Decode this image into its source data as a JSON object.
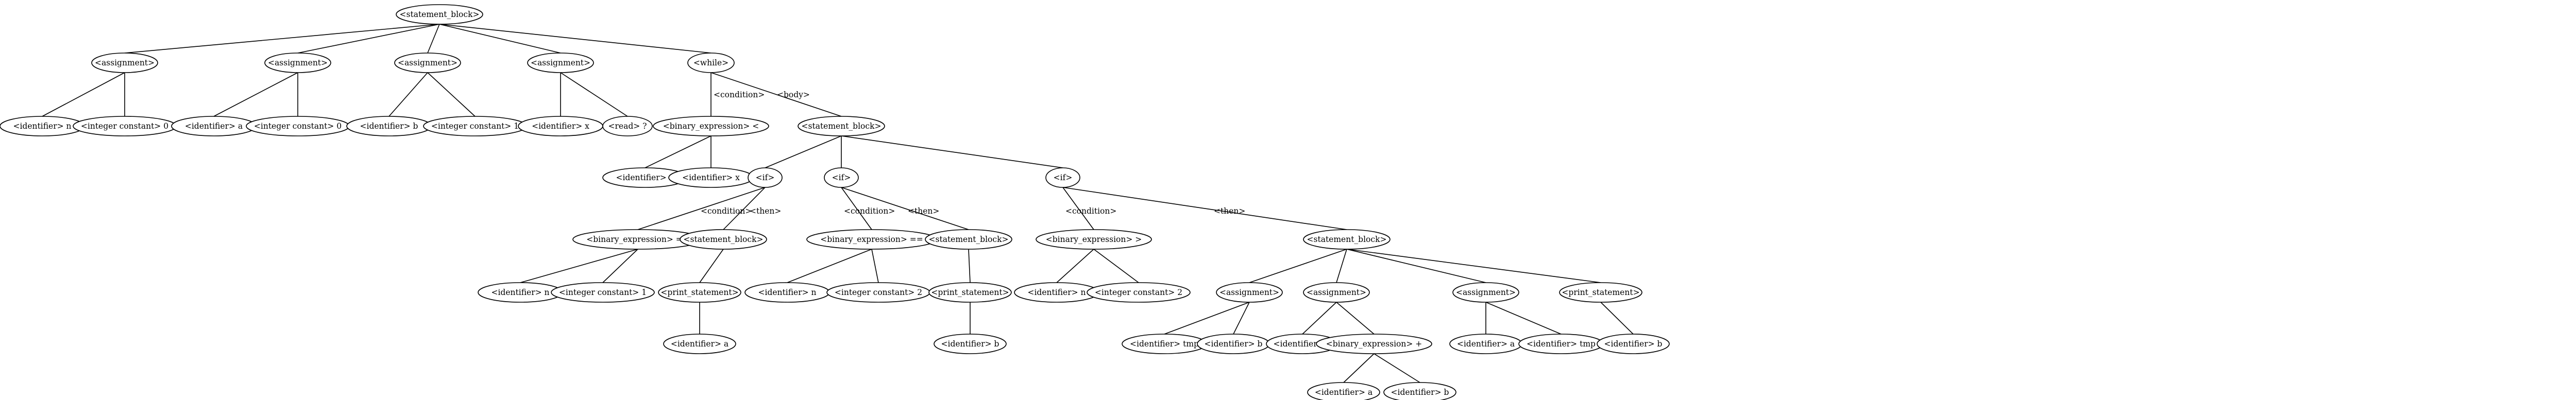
{
  "diagram": {
    "nodes": [
      {
        "id": "n0",
        "label": "<statement_block>"
      },
      {
        "id": "n1",
        "label": "<assignment>"
      },
      {
        "id": "n2",
        "label": "<assignment>"
      },
      {
        "id": "n3",
        "label": "<assignment>"
      },
      {
        "id": "n4",
        "label": "<assignment>"
      },
      {
        "id": "n5",
        "label": "<while>"
      },
      {
        "id": "n6",
        "label": "<identifier> n"
      },
      {
        "id": "n7",
        "label": "<integer constant> 0"
      },
      {
        "id": "n8",
        "label": "<identifier> a"
      },
      {
        "id": "n9",
        "label": "<integer constant> 0"
      },
      {
        "id": "n10",
        "label": "<identifier> b"
      },
      {
        "id": "n11",
        "label": "<integer constant> 1"
      },
      {
        "id": "n12",
        "label": "<identifier> x"
      },
      {
        "id": "n13",
        "label": "<read> ?"
      },
      {
        "id": "n14",
        "label": "<binary_expression> <"
      },
      {
        "id": "n15",
        "label": "<statement_block>"
      },
      {
        "id": "n16",
        "label": "<identifier> n"
      },
      {
        "id": "n17",
        "label": "<identifier> x"
      },
      {
        "id": "n18",
        "label": "<if>"
      },
      {
        "id": "n19",
        "label": "<if>"
      },
      {
        "id": "n20",
        "label": "<if>"
      },
      {
        "id": "n21",
        "label": "<binary_expression> =="
      },
      {
        "id": "n22",
        "label": "<statement_block>"
      },
      {
        "id": "n23",
        "label": "<binary_expression> =="
      },
      {
        "id": "n24",
        "label": "<statement_block>"
      },
      {
        "id": "n25",
        "label": "<binary_expression> >"
      },
      {
        "id": "n26",
        "label": "<statement_block>"
      },
      {
        "id": "n27",
        "label": "<identifier> n"
      },
      {
        "id": "n28",
        "label": "<integer constant> 1"
      },
      {
        "id": "n29",
        "label": "<print_statement>"
      },
      {
        "id": "n30",
        "label": "<identifier> n"
      },
      {
        "id": "n31",
        "label": "<integer constant> 2"
      },
      {
        "id": "n32",
        "label": "<print_statement>"
      },
      {
        "id": "n33",
        "label": "<identifier> n"
      },
      {
        "id": "n34",
        "label": "<integer constant> 2"
      },
      {
        "id": "n35",
        "label": "<assignment>"
      },
      {
        "id": "n36",
        "label": "<assignment>"
      },
      {
        "id": "n37",
        "label": "<assignment>"
      },
      {
        "id": "n38",
        "label": "<print_statement>"
      },
      {
        "id": "n39",
        "label": "<identifier> a"
      },
      {
        "id": "n40",
        "label": "<identifier> b"
      },
      {
        "id": "n41",
        "label": "<identifier> tmp"
      },
      {
        "id": "n42",
        "label": "<identifier> b"
      },
      {
        "id": "n43",
        "label": "<identifier> b"
      },
      {
        "id": "n44",
        "label": "<binary_expression> +"
      },
      {
        "id": "n45",
        "label": "<identifier> a"
      },
      {
        "id": "n46",
        "label": "<identifier> tmp"
      },
      {
        "id": "n47",
        "label": "<identifier> b"
      },
      {
        "id": "n48",
        "label": "<identifier> a"
      },
      {
        "id": "n49",
        "label": "<identifier> b"
      }
    ],
    "edges": [
      {
        "from": "n0",
        "to": "n1",
        "label": ""
      },
      {
        "from": "n0",
        "to": "n2",
        "label": ""
      },
      {
        "from": "n0",
        "to": "n3",
        "label": ""
      },
      {
        "from": "n0",
        "to": "n4",
        "label": ""
      },
      {
        "from": "n0",
        "to": "n5",
        "label": ""
      },
      {
        "from": "n1",
        "to": "n6",
        "label": ""
      },
      {
        "from": "n1",
        "to": "n7",
        "label": ""
      },
      {
        "from": "n2",
        "to": "n8",
        "label": ""
      },
      {
        "from": "n2",
        "to": "n9",
        "label": ""
      },
      {
        "from": "n3",
        "to": "n10",
        "label": ""
      },
      {
        "from": "n3",
        "to": "n11",
        "label": ""
      },
      {
        "from": "n4",
        "to": "n12",
        "label": ""
      },
      {
        "from": "n4",
        "to": "n13",
        "label": ""
      },
      {
        "from": "n5",
        "to": "n14",
        "label": "<condition>"
      },
      {
        "from": "n5",
        "to": "n15",
        "label": "<body>"
      },
      {
        "from": "n14",
        "to": "n16",
        "label": ""
      },
      {
        "from": "n14",
        "to": "n17",
        "label": ""
      },
      {
        "from": "n15",
        "to": "n18",
        "label": ""
      },
      {
        "from": "n15",
        "to": "n19",
        "label": ""
      },
      {
        "from": "n15",
        "to": "n20",
        "label": ""
      },
      {
        "from": "n18",
        "to": "n21",
        "label": "<condition>"
      },
      {
        "from": "n18",
        "to": "n22",
        "label": "<then>"
      },
      {
        "from": "n19",
        "to": "n23",
        "label": "<condition>"
      },
      {
        "from": "n19",
        "to": "n24",
        "label": "<then>"
      },
      {
        "from": "n20",
        "to": "n25",
        "label": "<condition>"
      },
      {
        "from": "n20",
        "to": "n26",
        "label": "<then>"
      },
      {
        "from": "n21",
        "to": "n27",
        "label": ""
      },
      {
        "from": "n21",
        "to": "n28",
        "label": ""
      },
      {
        "from": "n22",
        "to": "n29",
        "label": ""
      },
      {
        "from": "n23",
        "to": "n30",
        "label": ""
      },
      {
        "from": "n23",
        "to": "n31",
        "label": ""
      },
      {
        "from": "n24",
        "to": "n32",
        "label": ""
      },
      {
        "from": "n25",
        "to": "n33",
        "label": ""
      },
      {
        "from": "n25",
        "to": "n34",
        "label": ""
      },
      {
        "from": "n26",
        "to": "n35",
        "label": ""
      },
      {
        "from": "n26",
        "to": "n36",
        "label": ""
      },
      {
        "from": "n26",
        "to": "n37",
        "label": ""
      },
      {
        "from": "n26",
        "to": "n38",
        "label": ""
      },
      {
        "from": "n29",
        "to": "n39",
        "label": ""
      },
      {
        "from": "n32",
        "to": "n40",
        "label": ""
      },
      {
        "from": "n35",
        "to": "n41",
        "label": ""
      },
      {
        "from": "n35",
        "to": "n42",
        "label": ""
      },
      {
        "from": "n36",
        "to": "n43",
        "label": ""
      },
      {
        "from": "n36",
        "to": "n44",
        "label": ""
      },
      {
        "from": "n37",
        "to": "n45",
        "label": ""
      },
      {
        "from": "n37",
        "to": "n46",
        "label": ""
      },
      {
        "from": "n38",
        "to": "n47",
        "label": ""
      },
      {
        "from": "n44",
        "to": "n48",
        "label": ""
      },
      {
        "from": "n44",
        "to": "n49",
        "label": ""
      }
    ]
  }
}
